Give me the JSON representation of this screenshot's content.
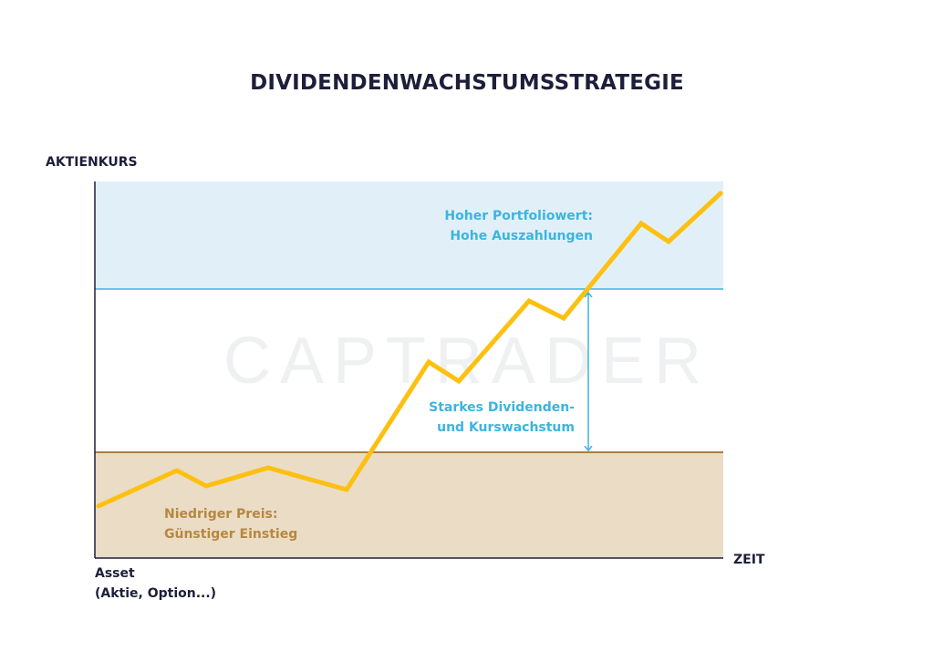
{
  "title": "DIVIDENDENWACHSTUMSSTRATEGIE",
  "y_axis_label": "AKTIENKURS",
  "x_axis_label": "ZEIT",
  "asset_label": [
    "Asset",
    "(Aktie, Option...)"
  ],
  "watermark": "CAPTRADER",
  "zones": {
    "high": {
      "lines": [
        "Hoher Portfoliowert:",
        "Hohe Auszahlungen"
      ],
      "fill": "#e1f0f8",
      "text_color": "#3cb4e0"
    },
    "middle": {
      "lines": [
        "Starkes Dividenden-",
        "und Kurswachstum"
      ],
      "text_color": "#3cb4e0"
    },
    "low": {
      "lines": [
        "Niedriger Preis:",
        "Günstiger Einstieg"
      ],
      "fill": "#ebdcc6",
      "text_color": "#b68840"
    }
  },
  "colors": {
    "axis": "#1d1f3a",
    "price_line": "#fdc010",
    "upper_threshold": "#3cb4e0",
    "lower_threshold": "#a87f3e",
    "arrow": "#3cb4e0"
  }
}
